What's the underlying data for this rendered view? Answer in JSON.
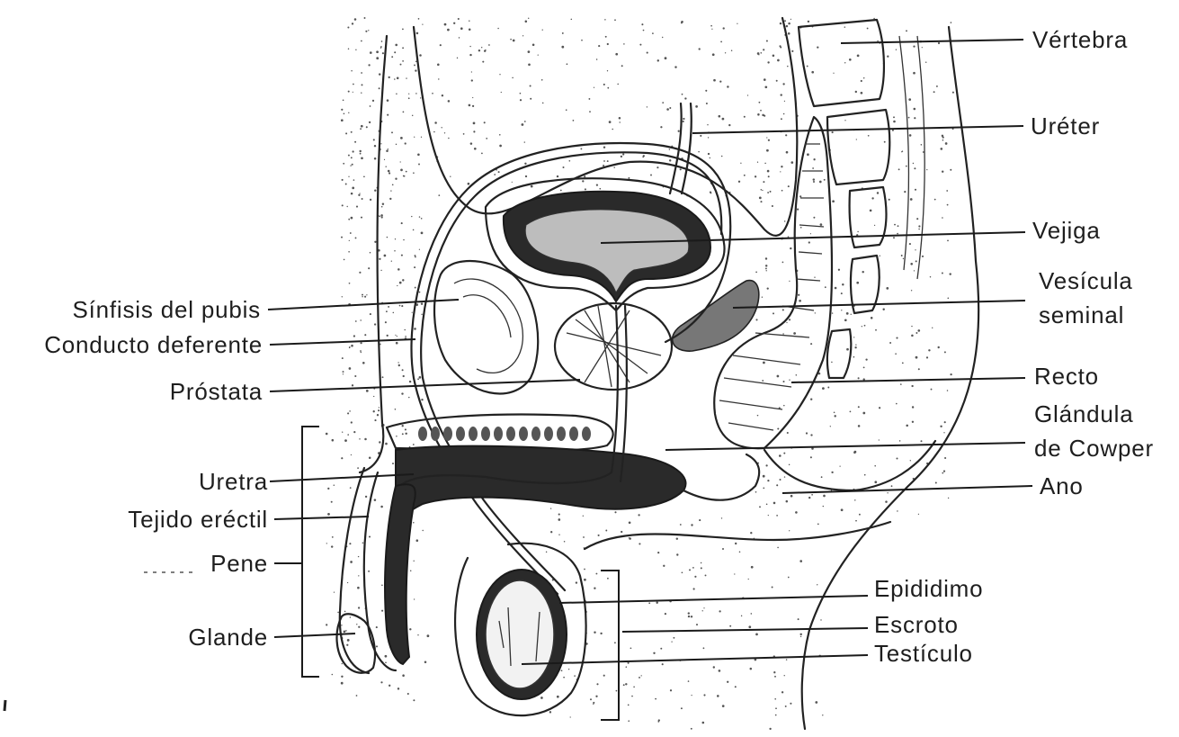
{
  "labels": {
    "vertebra": "Vértebra",
    "ureter": "Uréter",
    "vejiga": "Vejiga",
    "vesicula_line1": "Vesícula",
    "vesicula_line2": "seminal",
    "recto": "Recto",
    "glandula_line1": "Glándula",
    "glandula_line2": "de Cowper",
    "ano": "Ano",
    "epididimo": "Epididimo",
    "escroto": "Escroto",
    "testiculo": "Testículo",
    "sinfisis": "Sínfisis del pubis",
    "conducto": "Conducto deferente",
    "prostata": "Próstata",
    "uretra": "Uretra",
    "tejido": "Tejido eréctil",
    "pene": "Pene",
    "glande": "Glande"
  }
}
